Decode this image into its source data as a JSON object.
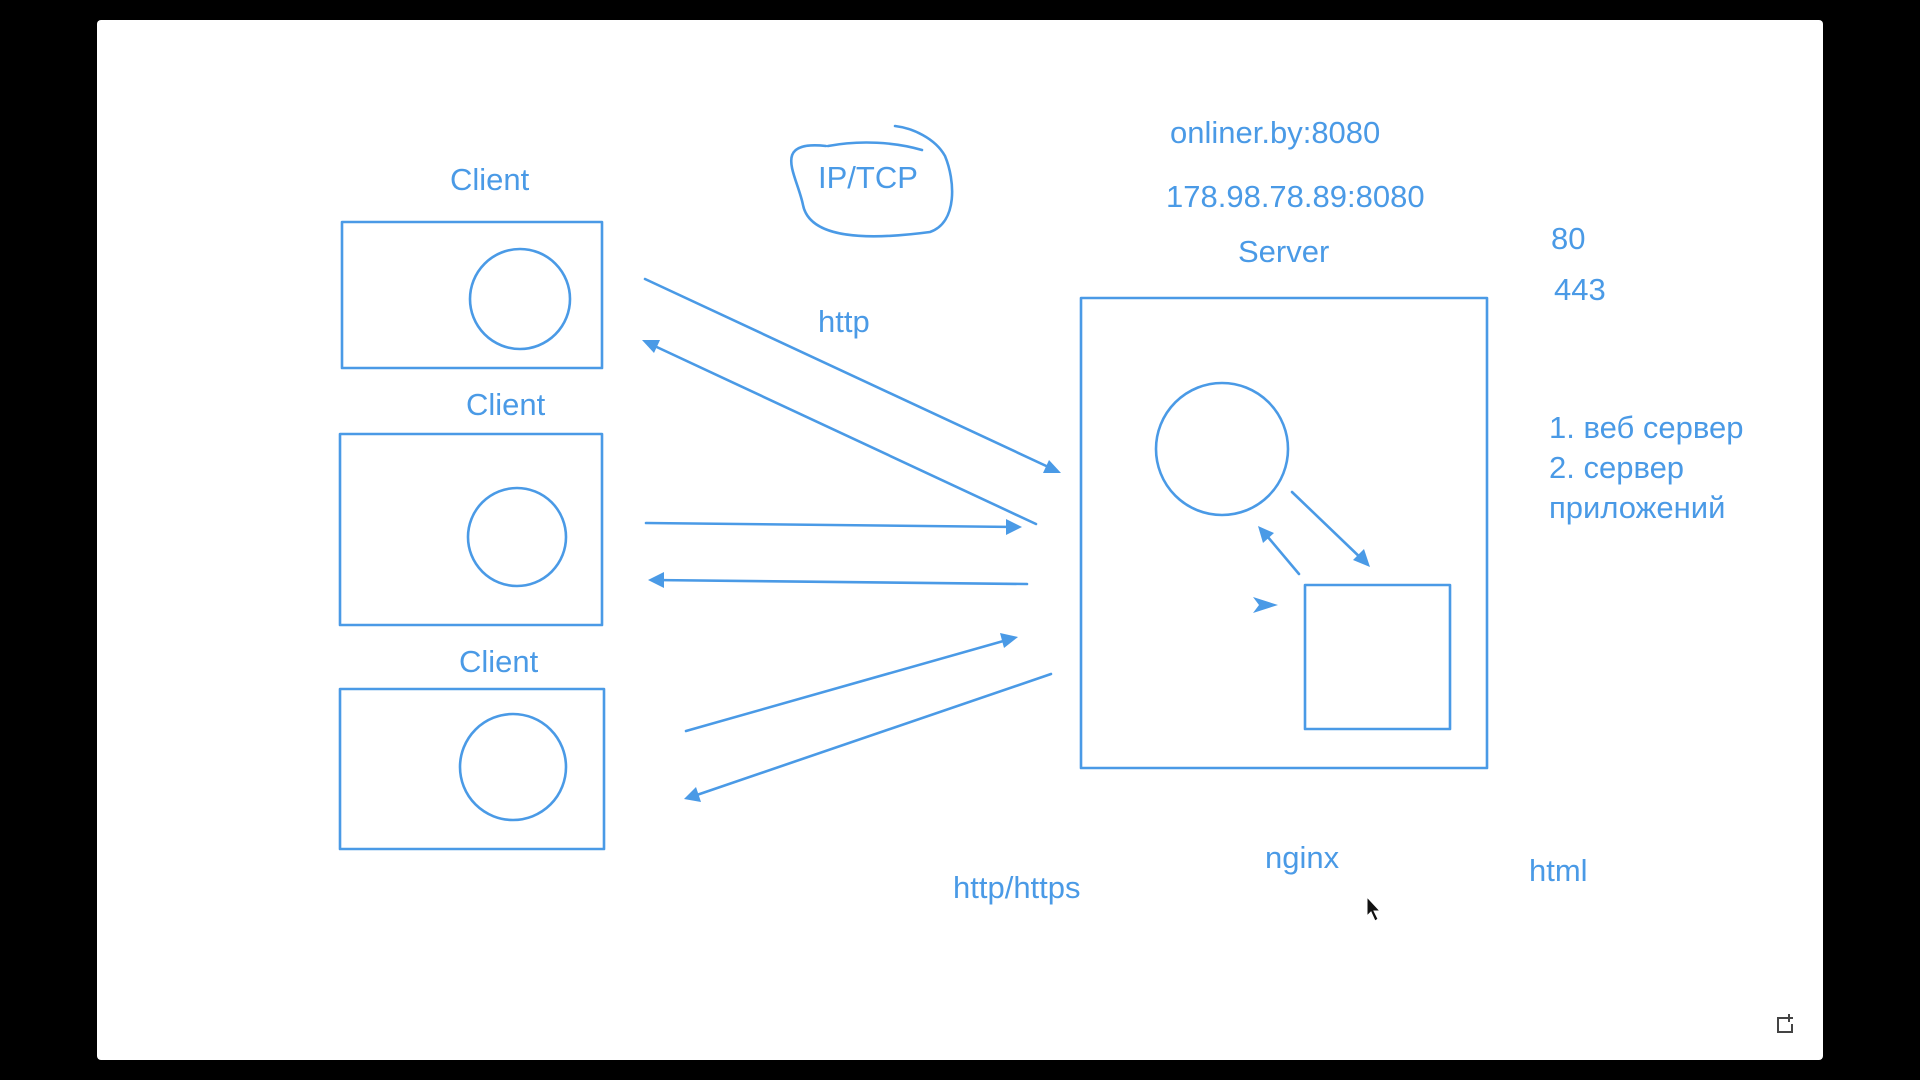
{
  "diagram": {
    "clients": [
      {
        "label": "Client"
      },
      {
        "label": "Client"
      },
      {
        "label": "Client"
      }
    ],
    "ip_tcp_label": "IP/TCP",
    "http_label": "http",
    "address_domain": "onliner.by:8080",
    "address_ip": "178.98.78.89:8080",
    "server_label": "Server",
    "ports": [
      "80",
      "443"
    ],
    "server_roles": [
      "1. веб сервер",
      "2. сервер",
      "приложений"
    ],
    "bottom_labels": {
      "protocols": "http/https",
      "nginx": "nginx",
      "html": "html"
    }
  },
  "colors": {
    "ink": "#4a9ae6",
    "page": "#ffffff",
    "frame": "#000000"
  }
}
